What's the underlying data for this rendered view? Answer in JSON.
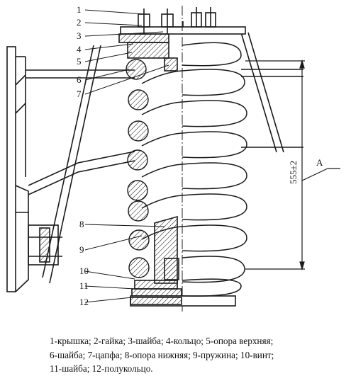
{
  "callouts": [
    {
      "n": "1"
    },
    {
      "n": "2"
    },
    {
      "n": "3"
    },
    {
      "n": "4"
    },
    {
      "n": "5"
    },
    {
      "n": "6"
    },
    {
      "n": "7"
    },
    {
      "n": "8"
    },
    {
      "n": "9"
    },
    {
      "n": "10"
    },
    {
      "n": "11"
    },
    {
      "n": "12"
    }
  ],
  "dimension": {
    "value": "555±2",
    "label": "A"
  },
  "legend": {
    "line1": "1-крышка; 2-гайка; 3-шайба; 4-кольцо; 5-опора верхняя;",
    "line2": "6-шайба; 7-цапфа; 8-опора нижняя; 9-пружина; 10-винт;",
    "line3": "11-шайба; 12-полукольцо."
  }
}
